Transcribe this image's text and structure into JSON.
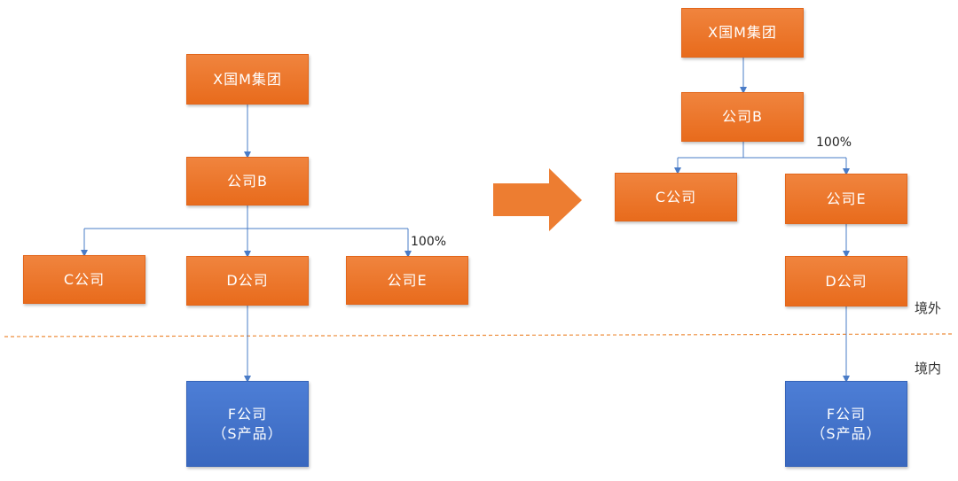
{
  "left": {
    "x_group": "X国M集团",
    "company_b": "公司B",
    "company_c": "C公司",
    "company_d": "D公司",
    "company_e": "公司E",
    "company_f_line1": "F公司",
    "company_f_line2": "（S产品）",
    "pct_label": "100%"
  },
  "right": {
    "x_group": "X国M集团",
    "company_b": "公司B",
    "company_c": "C公司",
    "company_e": "公司E",
    "company_d": "D公司",
    "company_f_line1": "F公司",
    "company_f_line2": "（S产品）",
    "pct_label": "100%"
  },
  "regions": {
    "offshore": "境外",
    "onshore": "境内"
  },
  "colors": {
    "orange_box": "#e97325",
    "blue_box": "#4472c4",
    "connector": "#4a7cc7",
    "boundary": "#ed8c3a",
    "arrow": "#ed7d31"
  }
}
